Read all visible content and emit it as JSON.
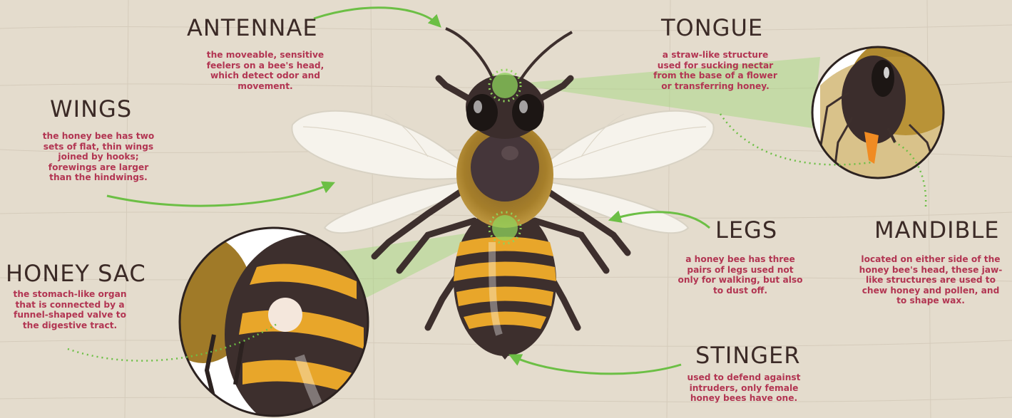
{
  "colors": {
    "background": "#e4dccd",
    "title": "#3b2a26",
    "description": "#b23552",
    "arrow": "#6cbf45",
    "bee_body": "#3d2f2d",
    "bee_fur": "#a07a28",
    "bee_stripe": "#e8a62a",
    "wing": "#f6f3ec"
  },
  "labels": {
    "antennae": {
      "title": "ANTENNAE",
      "desc": "the moveable, sensitive feelers on a bee's head, which detect odor and movement."
    },
    "wings": {
      "title": "WINGS",
      "desc": "the honey bee has two sets of flat, thin wings joined by hooks; forewings are larger than the hindwings."
    },
    "honey_sac": {
      "title": "HONEY SAC",
      "desc": "the stomach-like organ that is connected by a funnel-shaped valve to the digestive tract."
    },
    "tongue": {
      "title": "TONGUE",
      "desc": "a straw-like structure used for sucking nectar from the base of a flower or transferring honey."
    },
    "legs": {
      "title": "LEGS",
      "desc": "a honey bee has three pairs of legs used not only for walking, but also to dust off."
    },
    "mandible": {
      "title": "MANDIBLE",
      "desc": "located on either side of the honey bee's head, these jaw-like structures are used to chew honey and pollen, and to shape wax."
    },
    "stinger": {
      "title": "STINGER",
      "desc": "used to defend against intruders, only female honey bees have one."
    }
  },
  "icons": [
    "bee-illustration",
    "head-closeup-icon",
    "honey-sac-closeup-icon"
  ]
}
